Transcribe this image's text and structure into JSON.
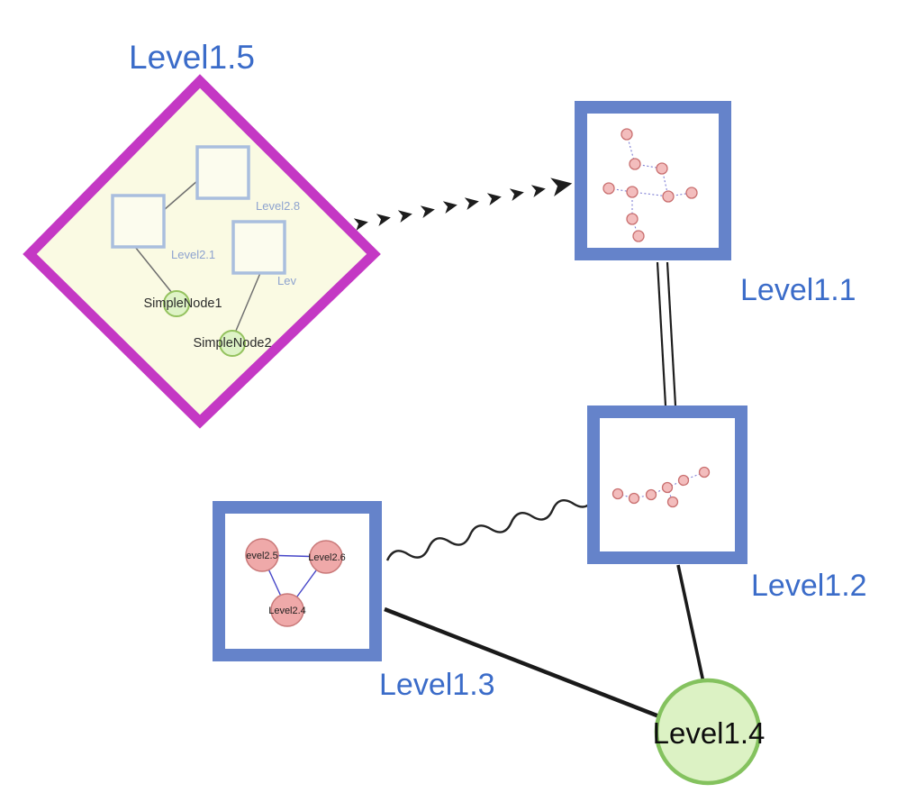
{
  "diagram": {
    "label_color": "#3b6cc9",
    "nodes": {
      "level15": {
        "label": "Level1.5",
        "shape": "diamond",
        "border_color": "#c438c4",
        "fill_color": "#fafae3"
      },
      "level11": {
        "label": "Level1.1",
        "shape": "group-square",
        "border_color": "#6583ca",
        "fill_color": "#ffffff"
      },
      "level12": {
        "label": "Level1.2",
        "shape": "group-square",
        "border_color": "#6583ca",
        "fill_color": "#ffffff"
      },
      "level13": {
        "label": "Level1.3",
        "shape": "group-square",
        "border_color": "#6583ca",
        "fill_color": "#ffffff"
      },
      "level14": {
        "label": "Level1.4",
        "shape": "circle",
        "border_color": "#84c25e",
        "fill_color": "#dcf2c4"
      }
    },
    "level15_children": {
      "square_labels": {
        "a": "Level2.8",
        "b": "Level2.1",
        "c": "Lev"
      },
      "simple1": "SimpleNode1",
      "simple2": "SimpleNode2"
    },
    "level13_children": {
      "n1": "evel2.5",
      "n2": "Level2.6",
      "n3": "Level2.4"
    },
    "edges": [
      {
        "from": "Level1.5",
        "to": "Level1.1",
        "style": "bold-dashed-arrow"
      },
      {
        "from": "Level1.1",
        "to": "Level1.2",
        "style": "double-line"
      },
      {
        "from": "Level1.3",
        "to": "Level1.2",
        "style": "wavy"
      },
      {
        "from": "Level1.3",
        "to": "Level1.4",
        "style": "solid-thick"
      },
      {
        "from": "Level1.2",
        "to": "Level1.4",
        "style": "solid-thick"
      }
    ],
    "mini_colors": {
      "node_fill": "#f3bdbd",
      "node_border": "#c96f6f",
      "edge_blue": "#7d7dd4"
    }
  }
}
